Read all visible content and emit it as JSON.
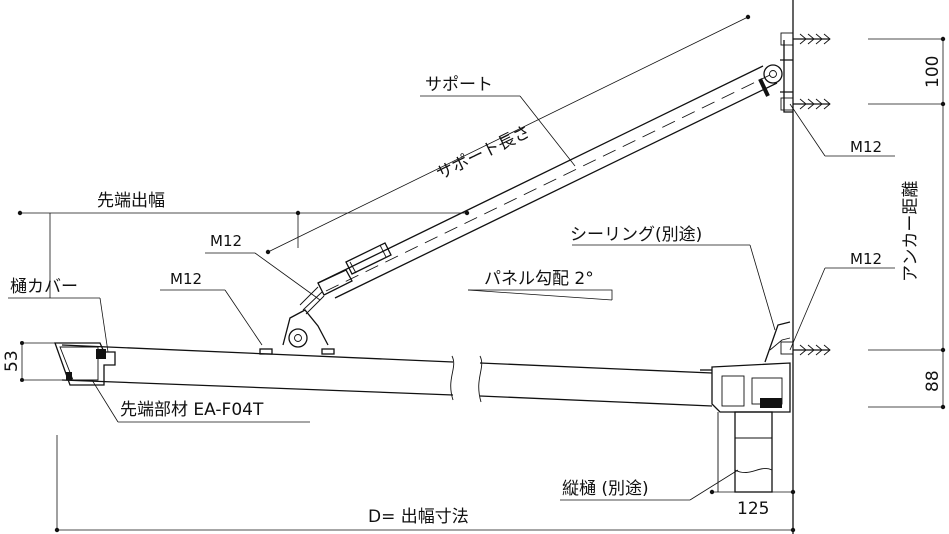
{
  "labels": {
    "support": "サポート",
    "support_length": "サポート長さ",
    "front_projection": "先端出幅",
    "gutter_cover": "樋カバー",
    "m12_upper_left": "M12",
    "m12_lower_left": "M12",
    "m12_wall_top": "M12",
    "m12_wall_bottom": "M12",
    "sealing": "シーリング(別途)",
    "panel_slope": "パネル勾配 2°",
    "anchor_distance": "アンカー距離",
    "front_member": "先端部材 EA-F04T",
    "downspout": "縦樋 (別途)",
    "projection_dim": "D= 出幅寸法"
  },
  "dimensions": {
    "top": "100",
    "bottom": "88",
    "left": "53",
    "gutter": "125"
  }
}
